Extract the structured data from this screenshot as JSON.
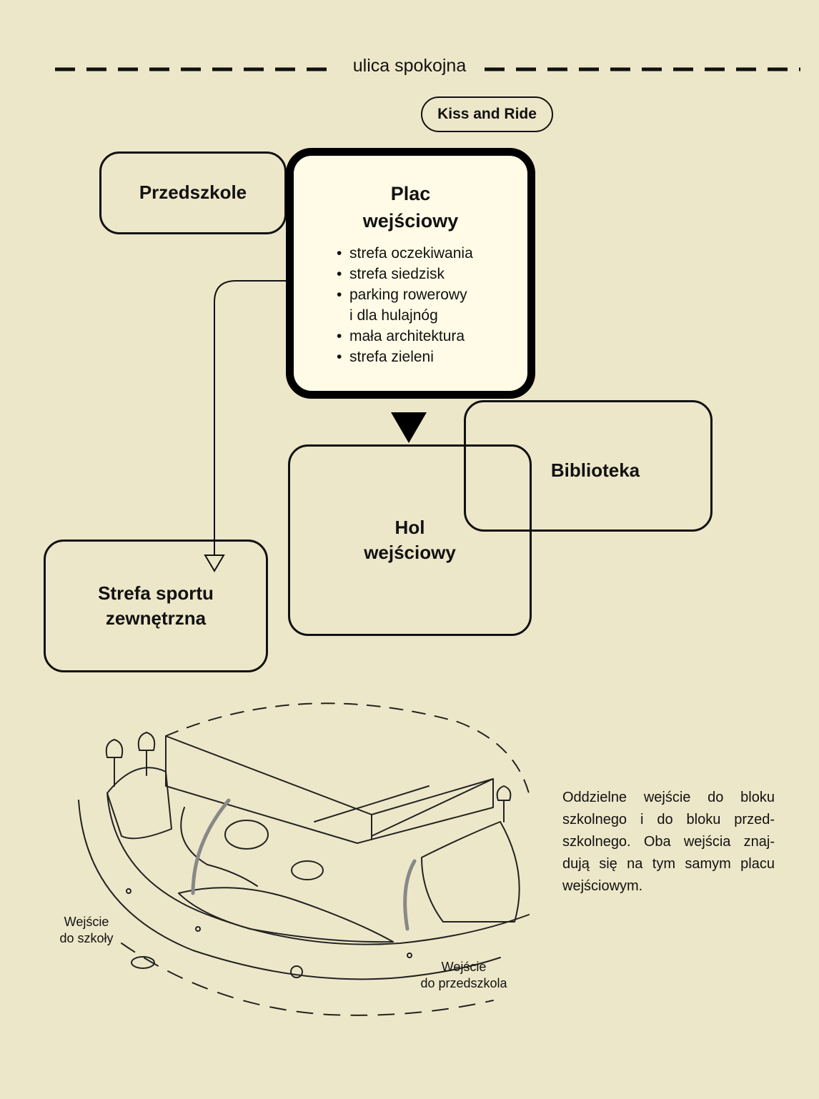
{
  "street": {
    "label": "ulica spokojna"
  },
  "kiss_and_ride": {
    "label": "Kiss and Ride"
  },
  "boxes": {
    "przedszkole": "Przedszkole",
    "biblioteka": "Biblioteka",
    "hol_line1": "Hol",
    "hol_line2": "wejściowy",
    "sport_line1": "Strefa sportu",
    "sport_line2": "zewnętrzna"
  },
  "plac": {
    "title_line1": "Plac",
    "title_line2": "wejściowy",
    "items": [
      "strefa oczekiwania",
      "strefa siedzisk",
      "parking rowerowy i dla hulajnóg",
      "mała architektura",
      "strefa zieleni"
    ],
    "item3_line1": "parking rowerowy",
    "item3_line2": "i dla hulajnóg"
  },
  "illustration": {
    "label_school_line1": "Wejście",
    "label_school_line2": "do szkoły",
    "label_preschool_line1": "Wejście",
    "label_preschool_line2": "do przedszkola"
  },
  "description": "Oddzielne wejście do bloku szkolnego i do bloku przed- szkolnego. Oba wejścia znaj- dują się na tym samym placu wejściowym.",
  "colors": {
    "background": "#ede7c9",
    "plac_fill": "#fffbe6",
    "stroke": "#111111"
  }
}
